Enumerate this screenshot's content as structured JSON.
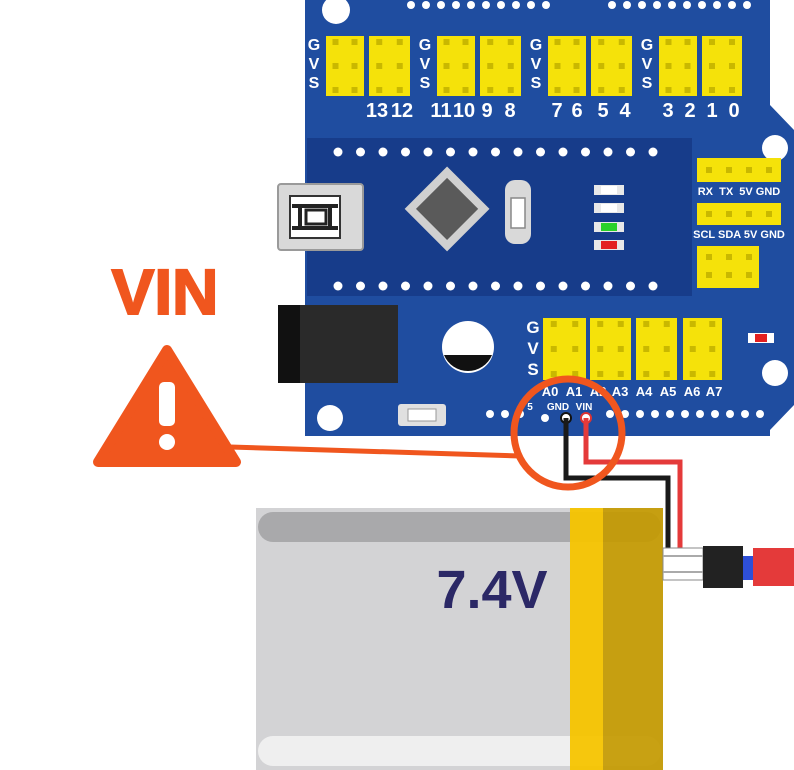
{
  "colors": {
    "board": "#1f4da0",
    "board_edge": "#163d85",
    "nano": "#1b3f8e",
    "header": "#f5e20a",
    "warning": "#f0561e",
    "battery_body": "#d3d3d5",
    "battery_band": "#f5c400",
    "battery_band_dark": "#c49a00",
    "battery_text": "#2b2866",
    "wire_red": "#e43a3a",
    "wire_black": "#1a1a1a"
  },
  "shield": {
    "top_group_letters": [
      "G",
      "V",
      "S"
    ],
    "top_pin_numbers": [
      "13",
      "12",
      "11",
      "10",
      "9",
      "8",
      "7",
      "6",
      "5",
      "4",
      "3",
      "2",
      "1",
      "0"
    ],
    "uart_label": "RX  TX  5V GND",
    "i2c_label": "SCL SDA 5V GND",
    "bottom_group_letters": [
      "G",
      "V",
      "S"
    ],
    "analog_pins": [
      "A0",
      "A1",
      "A2",
      "A3",
      "A4",
      "A5",
      "A6",
      "A7"
    ],
    "power_pin_prefix": "5",
    "power_pins": [
      "GND",
      "VIN"
    ]
  },
  "warning": {
    "title": "VIN",
    "icon": "warning-triangle-icon"
  },
  "battery": {
    "voltage": "7.4V"
  }
}
